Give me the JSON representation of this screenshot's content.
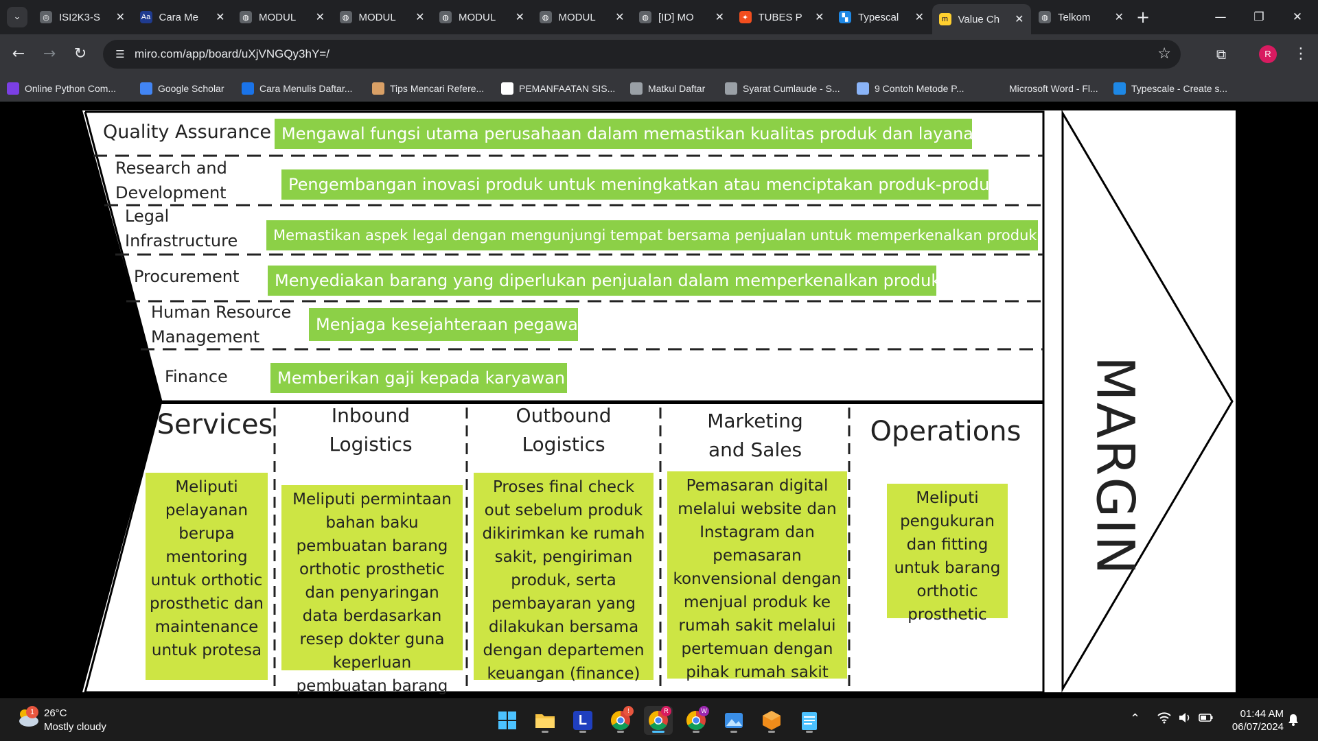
{
  "browser": {
    "tab_search_glyph": "⌄",
    "tabs": [
      {
        "title": "ISI2K3-S",
        "icon": "chrome-icon"
      },
      {
        "title": "Cara Me",
        "icon": "aa-icon"
      },
      {
        "title": "MODUL",
        "icon": "globe-icon"
      },
      {
        "title": "MODUL",
        "icon": "globe-icon"
      },
      {
        "title": "MODUL",
        "icon": "globe-icon"
      },
      {
        "title": "MODUL",
        "icon": "globe-icon"
      },
      {
        "title": "[ID] MO",
        "icon": "globe-icon"
      },
      {
        "title": "TUBES P",
        "icon": "figma-icon"
      },
      {
        "title": "Typescal",
        "icon": "typescale-icon"
      },
      {
        "title": "Value Ch",
        "icon": "miro-icon"
      },
      {
        "title": "Telkom",
        "icon": "globe-icon"
      }
    ],
    "close_glyph": "✕",
    "new_tab_glyph": "+",
    "window_controls": {
      "minimize": "—",
      "restore": "❐",
      "close": "✕"
    },
    "nav": {
      "back": "←",
      "forward": "→",
      "reload": "↻"
    },
    "url": "miro.com/app/board/uXjVNGQy3hY=/",
    "star_glyph": "☆",
    "extensions_glyph": "⧉",
    "profile_initial": "R",
    "menu_glyph": "⋮",
    "bookmarks": [
      {
        "label": "Online Python Com...",
        "color": "#7b3fe4"
      },
      {
        "label": "Google Scholar",
        "color": "#4285f4"
      },
      {
        "label": "Cara Menulis Daftar...",
        "color": "#1a73e8"
      },
      {
        "label": "Tips Mencari Refere...",
        "color": "#d9a066"
      },
      {
        "label": "PEMANFAATAN SIS...",
        "color": "#ffffff"
      },
      {
        "label": "Matkul Daftar",
        "color": "#9aa0a6"
      },
      {
        "label": "Syarat Cumlaude - S...",
        "color": "#9aa0a6"
      },
      {
        "label": "9 Contoh Metode P...",
        "color": "#8ab4f8"
      },
      {
        "label": "Microsoft Word - Fl...",
        "color": "#35363a"
      },
      {
        "label": "Typescale - Create s...",
        "color": "#1e88e5"
      }
    ]
  },
  "board": {
    "support_rows": [
      {
        "label_lines": [
          "Quality Assurance"
        ],
        "activity": "Mengawal fungsi utama perusahaan dalam memastikan kualitas produk dan layanan"
      },
      {
        "label_lines": [
          "Research and",
          "Development"
        ],
        "activity": "Pengembangan inovasi produk untuk meningkatkan atau menciptakan produk-produk"
      },
      {
        "label_lines": [
          "Legal",
          "Infrastructure"
        ],
        "activity": "Memastikan aspek legal dengan mengunjungi tempat bersama penjualan untuk memperkenalkan produk"
      },
      {
        "label_lines": [
          "Procurement"
        ],
        "activity": "Menyediakan barang yang diperlukan penjualan dalam memperkenalkan produk"
      },
      {
        "label_lines": [
          "Human Resource",
          "Management"
        ],
        "activity": "Menjaga kesejahteraan pegawai"
      },
      {
        "label_lines": [
          "Finance"
        ],
        "activity": "Memberikan gaji kepada karyawan"
      }
    ],
    "primary_columns": [
      {
        "heading": "Services",
        "text": "Meliputi pelayanan berupa mentoring untuk orthotic prosthetic dan maintenance untuk protesa"
      },
      {
        "heading": "Inbound Logistics",
        "text": "Meliputi permintaan bahan baku pembuatan barang orthotic prosthetic dan penyaringan data berdasarkan resep dokter guna keperluan pembuatan barang"
      },
      {
        "heading": "Outbound Logistics",
        "text": "Proses final check out sebelum produk dikirimkan ke rumah sakit, pengiriman produk, serta pembayaran yang dilakukan bersama dengan departemen keuangan (finance)"
      },
      {
        "heading": "Marketing and Sales",
        "text": "Pemasaran digital melalui website dan Instagram  dan pemasaran konvensional dengan menjual produk ke rumah sakit melalui pertemuan dengan pihak rumah sakit"
      },
      {
        "heading": "Operations",
        "text": "Meliputi pengukuran dan fitting untuk barang orthotic prosthetic"
      }
    ],
    "margin_label": "MARGIN",
    "colors": {
      "support_sticky": "#8cd047",
      "primary_sticky": "#cde544"
    }
  },
  "taskbar": {
    "weather": {
      "temp": "26°C",
      "condition": "Mostly cloudy",
      "badge": "1"
    },
    "apps": [
      {
        "name": "start-icon"
      },
      {
        "name": "file-explorer-icon"
      },
      {
        "name": "l-app-icon",
        "glyph": "L"
      },
      {
        "name": "chrome-icon",
        "badge": "!"
      },
      {
        "name": "chrome-profile-r-icon",
        "badge": "R",
        "active": true
      },
      {
        "name": "chrome-profile-w-icon",
        "badge": "W"
      },
      {
        "name": "photos-icon"
      },
      {
        "name": "office-icon"
      },
      {
        "name": "notepad-icon"
      }
    ],
    "time": "01:44 AM",
    "date": "06/07/2024"
  }
}
